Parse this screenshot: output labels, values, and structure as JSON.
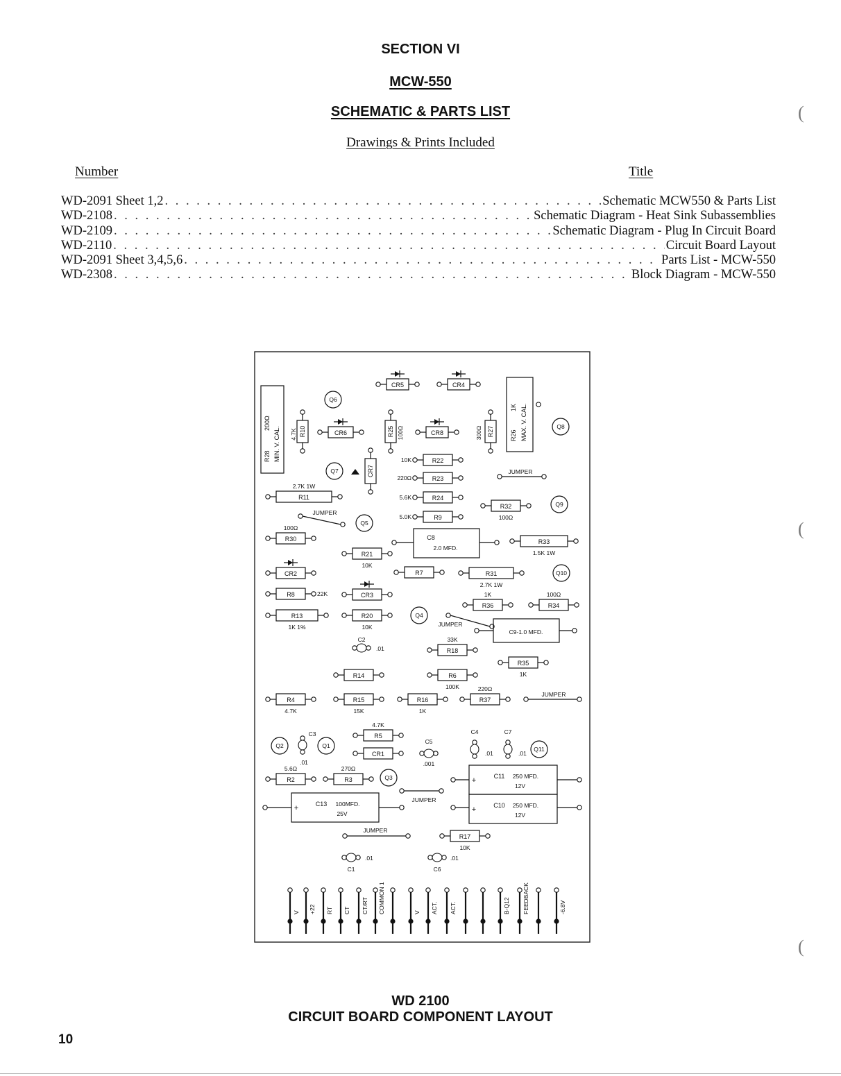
{
  "header": {
    "section": "SECTION VI",
    "model": "MCW-550",
    "subtitle": "SCHEMATIC & PARTS LIST",
    "drawings_note": "Drawings & Prints Included"
  },
  "table": {
    "col_number": "Number",
    "col_title": "Title",
    "rows": [
      {
        "number": "WD-2091 Sheet 1,2",
        "title": "Schematic MCW550 & Parts List"
      },
      {
        "number": "WD-2108",
        "title": "Schematic Diagram - Heat Sink Subassemblies"
      },
      {
        "number": "WD-2109",
        "title": "Schematic Diagram - Plug In Circuit Board"
      },
      {
        "number": "WD-2110",
        "title": "Circuit Board Layout"
      },
      {
        "number": "WD-2091 Sheet 3,4,5,6",
        "title": "Parts List - MCW-550"
      },
      {
        "number": "WD-2308",
        "title": "Block Diagram - MCW-550"
      }
    ]
  },
  "figure": {
    "caption_number": "WD 2100",
    "caption_title": "CIRCUIT BOARD COMPONENT LAYOUT",
    "resistors": [
      {
        "id": "R11",
        "value": "2.7K 1W"
      },
      {
        "id": "R30",
        "value": "100Ω"
      },
      {
        "id": "R8",
        "value": "22K"
      },
      {
        "id": "R13",
        "value": "1K 1%"
      },
      {
        "id": "R21",
        "value": "10K"
      },
      {
        "id": "R20",
        "value": "10K"
      },
      {
        "id": "R7",
        "value": ""
      },
      {
        "id": "R22",
        "value": "10K"
      },
      {
        "id": "R23",
        "value": "220Ω"
      },
      {
        "id": "R24",
        "value": "5.6K"
      },
      {
        "id": "R9",
        "value": "5.0K"
      },
      {
        "id": "R32",
        "value": "100Ω"
      },
      {
        "id": "R33",
        "value": "1.5K 1W"
      },
      {
        "id": "R31",
        "value": "2.7K 1W"
      },
      {
        "id": "R36",
        "value": "1K"
      },
      {
        "id": "R34",
        "value": "100Ω"
      },
      {
        "id": "R18",
        "value": "33K"
      },
      {
        "id": "R35",
        "value": "1K"
      },
      {
        "id": "R14",
        "value": ""
      },
      {
        "id": "R6",
        "value": "100K"
      },
      {
        "id": "R4",
        "value": "4.7K"
      },
      {
        "id": "R15",
        "value": "15K"
      },
      {
        "id": "R16",
        "value": "1K"
      },
      {
        "id": "R37",
        "value": "220Ω"
      },
      {
        "id": "R5",
        "value": "4.7K"
      },
      {
        "id": "R2",
        "value": "5.6Ω"
      },
      {
        "id": "R3",
        "value": "270Ω"
      },
      {
        "id": "R17",
        "value": "10K"
      }
    ],
    "vertical_parts": [
      {
        "id": "R28",
        "value": "200Ω",
        "note": "MIN. V. CAL."
      },
      {
        "id": "R10",
        "value": "4.7K"
      },
      {
        "id": "R25",
        "value": "100Ω"
      },
      {
        "id": "R27",
        "value": "300Ω"
      },
      {
        "id": "R26",
        "value": "1K",
        "note": "MAX. V. CAL."
      },
      {
        "id": "CR7",
        "value": ""
      }
    ],
    "diodes": [
      "CR5",
      "CR4",
      "CR6",
      "CR8",
      "CR2",
      "CR3",
      "CR1"
    ],
    "transistors": [
      "Q6",
      "Q7",
      "Q8",
      "Q9",
      "Q5",
      "Q10",
      "Q4",
      "Q2",
      "Q1",
      "Q3",
      "Q11"
    ],
    "capacitors": [
      {
        "id": "C8",
        "value": "2.0 MFD."
      },
      {
        "id": "C9",
        "value": "1.0 MFD."
      },
      {
        "id": "C13",
        "value": "100MFD.",
        "rating": "25V"
      },
      {
        "id": "C11",
        "value": "250 MFD.",
        "rating": "12V"
      },
      {
        "id": "C10",
        "value": "250 MFD.",
        "rating": "12V"
      },
      {
        "id": "C2",
        "value": ".01"
      },
      {
        "id": "C3",
        "value": ".01"
      },
      {
        "id": "C5",
        "value": ".001"
      },
      {
        "id": "C4",
        "value": ".01"
      },
      {
        "id": "C7",
        "value": ".01"
      },
      {
        "id": "C1",
        "value": ".01"
      },
      {
        "id": "C6",
        "value": ".01"
      }
    ],
    "jumper_label": "JUMPER",
    "pins": [
      "V",
      "+22",
      "RT",
      "CT",
      "CT/RT",
      "COMMON 1",
      "V",
      "ACT.",
      "ACT.",
      "B-Q12",
      "FEEDBACK",
      "-6.8V"
    ]
  },
  "page_number": "10"
}
